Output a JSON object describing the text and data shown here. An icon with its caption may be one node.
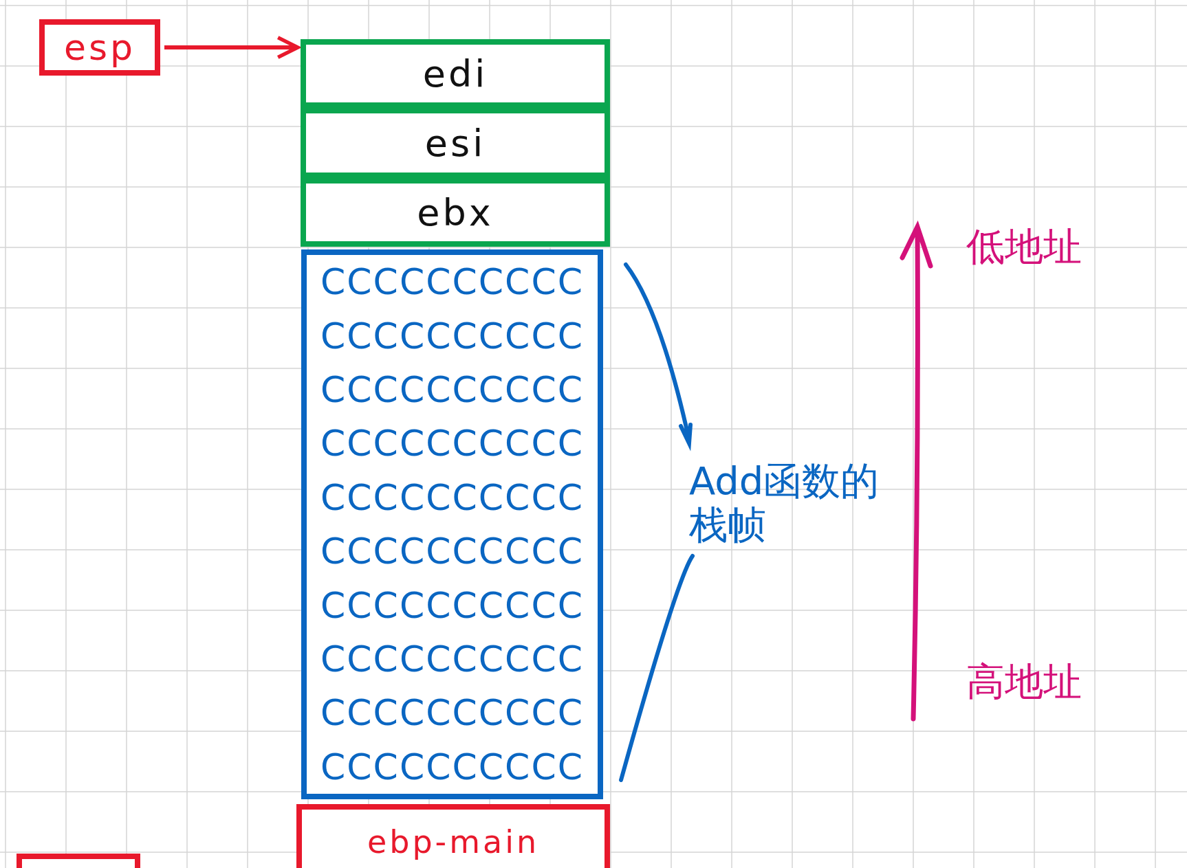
{
  "diagram": {
    "nodes": [
      {
        "text": [
          "esp"
        ]
      },
      {
        "text": [
          "edi"
        ]
      },
      {
        "text": [
          "esi"
        ]
      },
      {
        "text": [
          "ebx"
        ]
      },
      {
        "text": [
          "CCCCCCCCCC",
          "CCCCCCCCCC",
          "CCCCCCCCCC",
          "CCCCCCCCCC",
          "CCCCCCCCCC",
          "CCCCCCCCCC",
          "CCCCCCCCCC",
          "CCCCCCCCCC",
          "CCCCCCCCCC",
          "CCCCCCCCCC"
        ]
      },
      {
        "text": [
          "ebp-main"
        ]
      },
      {
        "text": [],
        "shape": "box"
      }
    ],
    "edges": [
      {
        "from": 0,
        "to": 1,
        "arrow": "to"
      }
    ],
    "labels": [
      "Add函数的栈帧",
      "低地址",
      "高地址"
    ]
  }
}
